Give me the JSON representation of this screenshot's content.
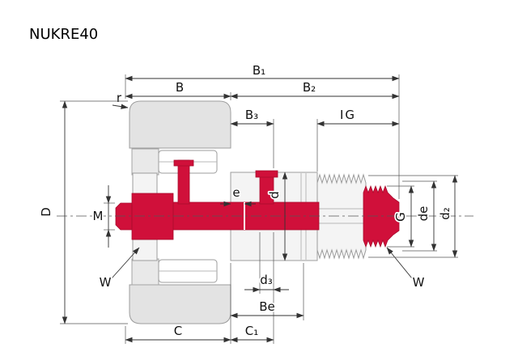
{
  "title": "NUKRE40",
  "labels": {
    "b1": "B₁",
    "b": "B",
    "b2": "B₂",
    "b3": "B₃",
    "r": "r",
    "ig": "IG",
    "d_outer": "D",
    "m": "M",
    "e": "e",
    "d": "d",
    "g": "G",
    "de": "de",
    "d2": "d₂",
    "d3": "d₃",
    "be": "Be",
    "c": "C",
    "c1": "C₁",
    "w_left": "W",
    "w_right": "W"
  },
  "colors": {
    "part_red": "#d0103a",
    "part_gray_fill": "#e3e3e3",
    "part_outline": "#9c9c9c",
    "dimension_line": "#333333",
    "background": "#ffffff"
  }
}
